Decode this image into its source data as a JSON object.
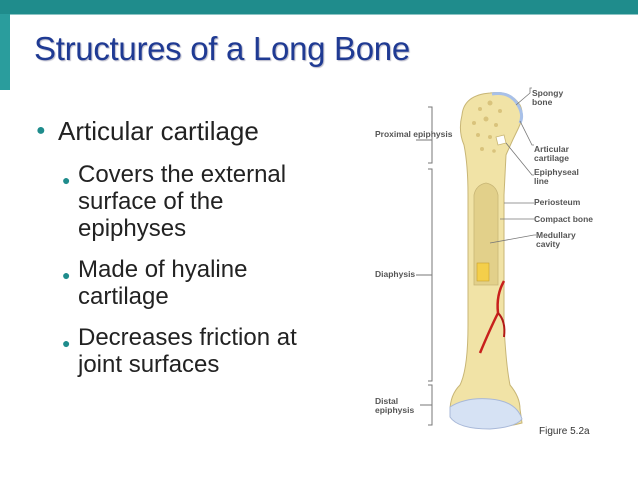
{
  "slide": {
    "title": "Structures of a Long Bone",
    "bullet_main": "Articular cartilage",
    "sub_bullets": [
      "Covers the external surface of the epiphyses",
      "Made of hyaline cartilage",
      "Decreases friction at joint surfaces"
    ]
  },
  "figure": {
    "labels_left": {
      "proximal": "Proximal epiphysis",
      "diaphysis": "Diaphysis",
      "distal": "Distal epiphysis"
    },
    "labels_right": {
      "spongy": "Spongy bone",
      "articular": "Articular cartilage",
      "epiphyseal": "Epiphyseal line",
      "periosteum": "Periosteum",
      "compact": "Compact bone",
      "medullary": "Medullary cavity"
    },
    "caption": "Figure 5.2a"
  },
  "colors": {
    "title": "#1f3a93",
    "accent": "#1f8c8c",
    "bone": "#f1e3a6"
  }
}
